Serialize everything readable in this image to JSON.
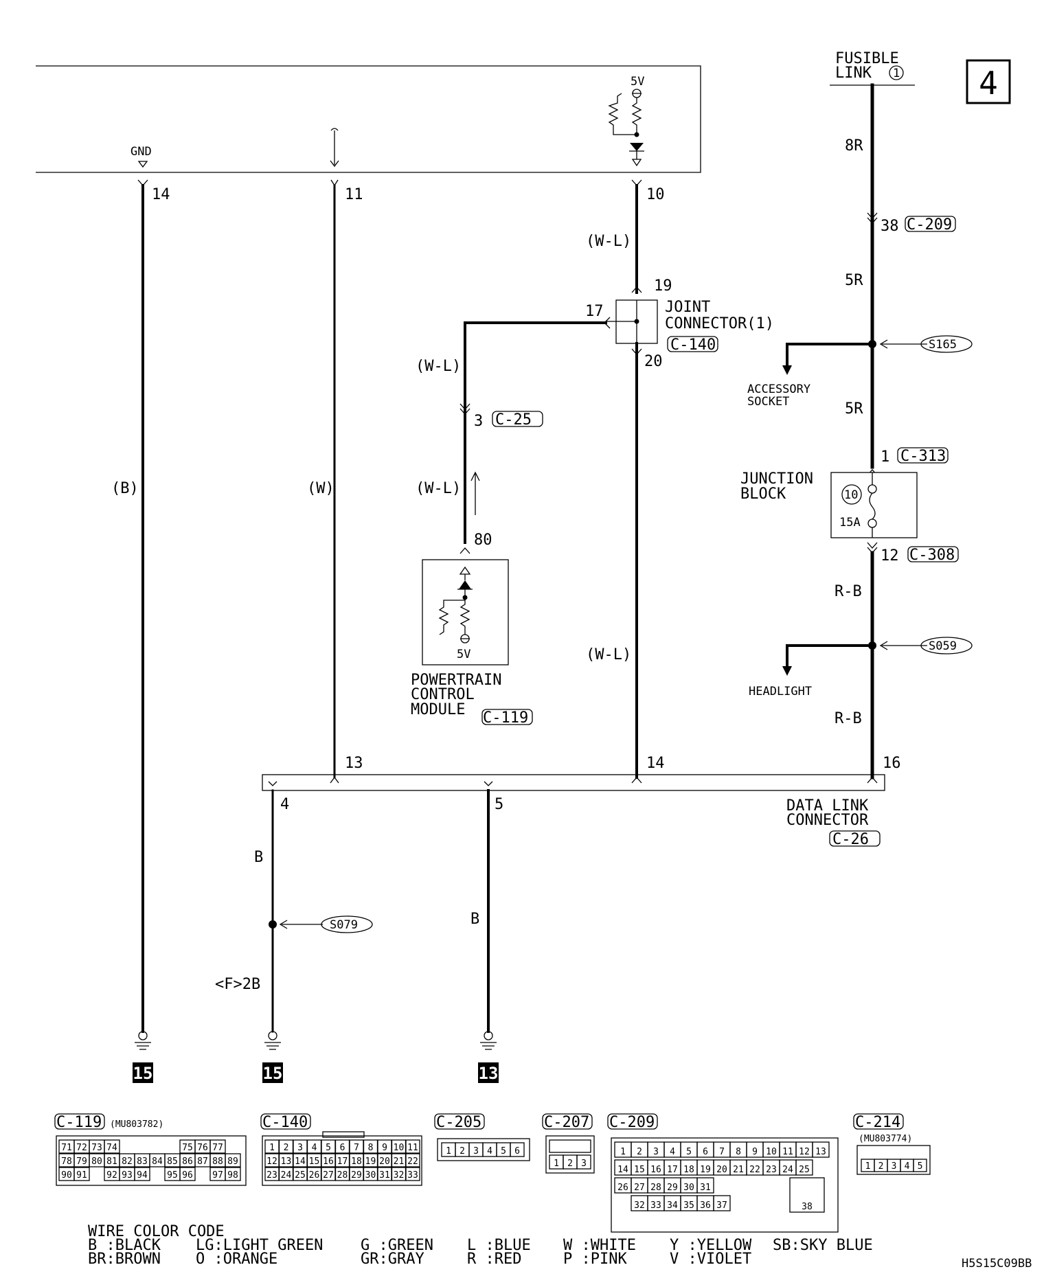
{
  "page_number": "4",
  "diagram_id": "H5S15C09BB",
  "fusible_link": {
    "line1": "FUSIBLE",
    "line2": "LINK",
    "num": "1"
  },
  "ecu_pins": {
    "gnd": "GND",
    "five_v": "5V",
    "p14": "14",
    "p11": "11",
    "p10": "10"
  },
  "wires": {
    "b_paren": "(B)",
    "w_paren": "(W)",
    "wl": "(W-L)",
    "r8": "8R",
    "r5": "5R",
    "rb": "R-B",
    "b": "B",
    "f2b": "<F>2B"
  },
  "joint_connector": {
    "line1": "JOINT",
    "line2": "CONNECTOR(1)",
    "code": "C-140",
    "p19": "19",
    "p17": "17",
    "p20": "20"
  },
  "c25": {
    "pin": "3",
    "code": "C-25"
  },
  "c209_pin": {
    "pin": "38",
    "code": "C-209"
  },
  "splices": {
    "s165": "S165",
    "s059": "S059",
    "s079": "S079"
  },
  "accessory": {
    "line1": "ACCESSORY",
    "line2": "SOCKET"
  },
  "headlight": "HEADLIGHT",
  "junction_block": {
    "line1": "JUNCTION",
    "line2": "BLOCK",
    "fuse_no": "10",
    "amp": "15A",
    "in_pin": "1",
    "in_code": "C-313",
    "out_pin": "12",
    "out_code": "C-308"
  },
  "pcm": {
    "line1": "POWERTRAIN",
    "line2": "CONTROL",
    "line3": "MODULE",
    "code": "C-119",
    "pin": "80",
    "five_v": "5V"
  },
  "dlc": {
    "line1": "DATA LINK",
    "line2": "CONNECTOR",
    "code": "C-26",
    "p13": "13",
    "p14": "14",
    "p16": "16",
    "p4": "4",
    "p5": "5"
  },
  "grounds": {
    "g15a": "15",
    "g15b": "15",
    "g13": "13"
  },
  "connectors": {
    "c119": {
      "code": "C-119",
      "part": "(MU803782)",
      "rows": [
        [
          "71",
          "72",
          "73",
          "74",
          "",
          "",
          "",
          "",
          "75",
          "76",
          "77"
        ],
        [
          "78",
          "79",
          "80",
          "81",
          "82",
          "83",
          "84",
          "85",
          "86",
          "87",
          "88",
          "89"
        ],
        [
          "90",
          "91",
          "",
          "92",
          "93",
          "94",
          "",
          "95",
          "96",
          "",
          "97",
          "98"
        ]
      ]
    },
    "c140": {
      "code": "C-140",
      "rows": [
        [
          "1",
          "2",
          "3",
          "4",
          "5",
          "6",
          "7",
          "8",
          "9",
          "10",
          "11"
        ],
        [
          "12",
          "13",
          "14",
          "15",
          "16",
          "17",
          "18",
          "19",
          "20",
          "21",
          "22"
        ],
        [
          "23",
          "24",
          "25",
          "26",
          "27",
          "28",
          "29",
          "30",
          "31",
          "32",
          "33"
        ]
      ]
    },
    "c205": {
      "code": "C-205",
      "pins": [
        "1",
        "2",
        "3",
        "4",
        "5",
        "6"
      ]
    },
    "c207": {
      "code": "C-207",
      "pins": [
        "1",
        "2",
        "3"
      ]
    },
    "c209": {
      "code": "C-209",
      "row1": [
        "1",
        "2",
        "3",
        "4",
        "5",
        "6",
        "7",
        "8",
        "9",
        "10",
        "11",
        "12",
        "13"
      ],
      "row2": [
        "14",
        "15",
        "16",
        "17",
        "18",
        "19",
        "20",
        "21",
        "22",
        "23",
        "24",
        "25"
      ],
      "row3": [
        "26",
        "27",
        "28",
        "29",
        "30",
        "31"
      ],
      "row4": [
        "32",
        "33",
        "34",
        "35",
        "36",
        "37"
      ],
      "big": "38"
    },
    "c214": {
      "code": "C-214",
      "part": "(MU803774)",
      "pins": [
        "1",
        "2",
        "3",
        "4",
        "5"
      ]
    }
  },
  "wire_color_code": {
    "title": "WIRE COLOR CODE",
    "line1": [
      "B :BLACK",
      "LG:LIGHT GREEN",
      "G :GREEN",
      "L :BLUE",
      "W :WHITE",
      "Y :YELLOW",
      "SB:SKY BLUE"
    ],
    "line2": [
      "BR:BROWN",
      "O :ORANGE",
      "GR:GRAY",
      "R :RED",
      "P :PINK",
      "V :VIOLET"
    ]
  }
}
